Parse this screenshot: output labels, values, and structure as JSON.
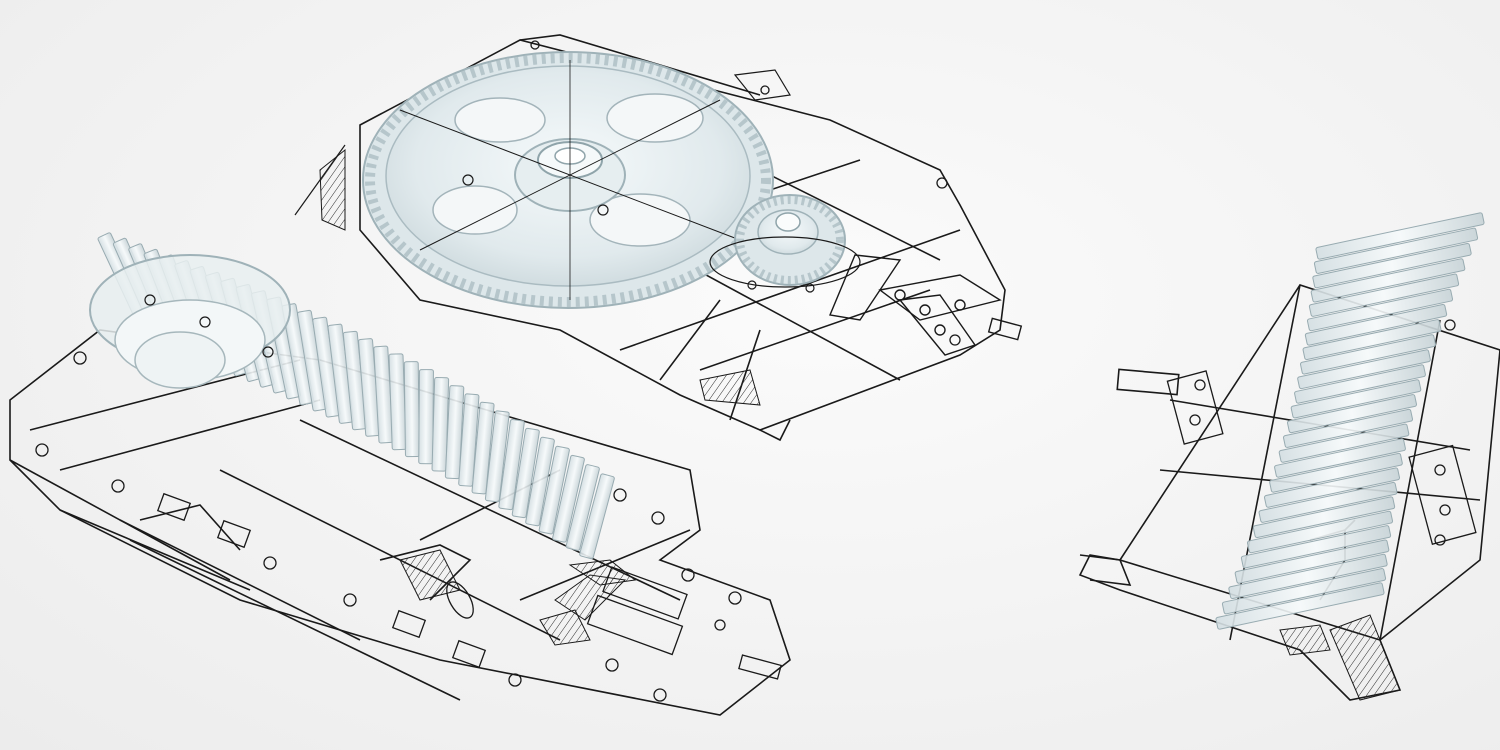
{
  "image": {
    "subject": "gear-drawings-illustration",
    "colors": {
      "background": "#f4f4f4",
      "line": "#1a1a1a",
      "glass_fill": "#e3ecef",
      "glass_edge": "#9fb2b8",
      "hatch": "#2a2a2a"
    },
    "objects": [
      "large-gear-drawing",
      "rack-gear-drawing",
      "side-gear-drawing"
    ]
  }
}
